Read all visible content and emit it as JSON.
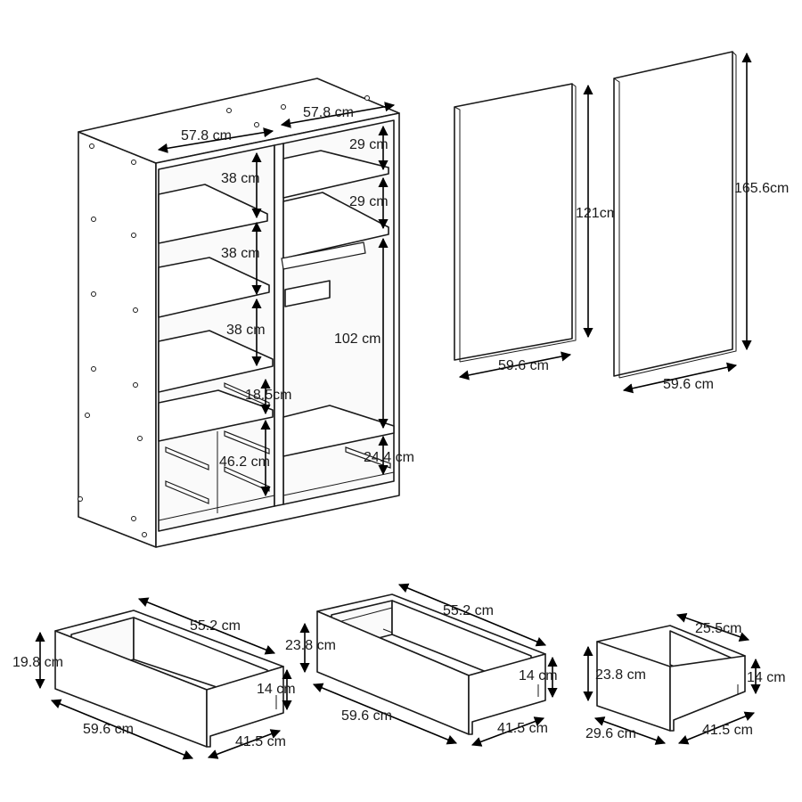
{
  "wardrobe": {
    "width_left": "57.8 cm",
    "width_right": "57.8 cm",
    "shelf_gap_1": "38 cm",
    "shelf_gap_2": "38 cm",
    "shelf_gap_3": "38 cm",
    "compartment_gap": "18.5cm",
    "drawer_area_height": "46.2 cm",
    "top_gap_1": "29 cm",
    "top_gap_2": "29 cm",
    "hanging_height": "102 cm",
    "bottom_drawer_height": "24.4 cm"
  },
  "doors": {
    "left_height": "121cm",
    "left_width": "59.6 cm",
    "right_height": "165.6cm",
    "right_width": "59.6 cm"
  },
  "drawers": [
    {
      "length": "55.2 cm",
      "height": "19.8 cm",
      "inner_height": "14 cm",
      "front_width": "59.6 cm",
      "depth": "41.5 cm"
    },
    {
      "length": "55.2 cm",
      "height": "23.8 cm",
      "inner_height": "14 cm",
      "front_width": "59.6 cm",
      "depth": "41.5 cm"
    },
    {
      "length": "25.5cm",
      "height": "23.8 cm",
      "inner_height": "14 cm",
      "front_width": "29.6 cm",
      "depth": "41.5 cm"
    }
  ]
}
